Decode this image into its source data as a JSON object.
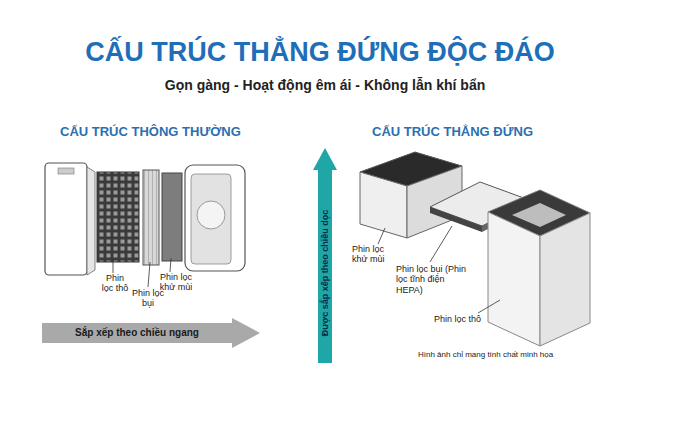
{
  "diagram": {
    "title": "CẤU TRÚC THẲNG ĐỨNG ĐỘC ĐÁO",
    "caption": "Hình ảnh chỉ mang tính chất minh họa",
    "nodes": [
      {
        "text": [
          "Sắp xếp theo chiều ngang"
        ]
      },
      {
        "text": [
          "Được sắp xếp theo chiều dọc"
        ]
      }
    ],
    "labels": [
      "Gọn gàng - Hoạt động êm ái - Không lẫn khí bẩn",
      "CẤU TRÚC THÔNG THƯỜNG",
      "CẤU TRÚC THẲNG ĐỨNG",
      "Phin lọc thô",
      "Phin lọc bụi",
      "Phin lọc khử mùi",
      "Phin lọc khử mùi",
      "Phin lọc bụi (Phin lọc tĩnh điện HEPA)",
      "Phin lọc thô"
    ]
  }
}
